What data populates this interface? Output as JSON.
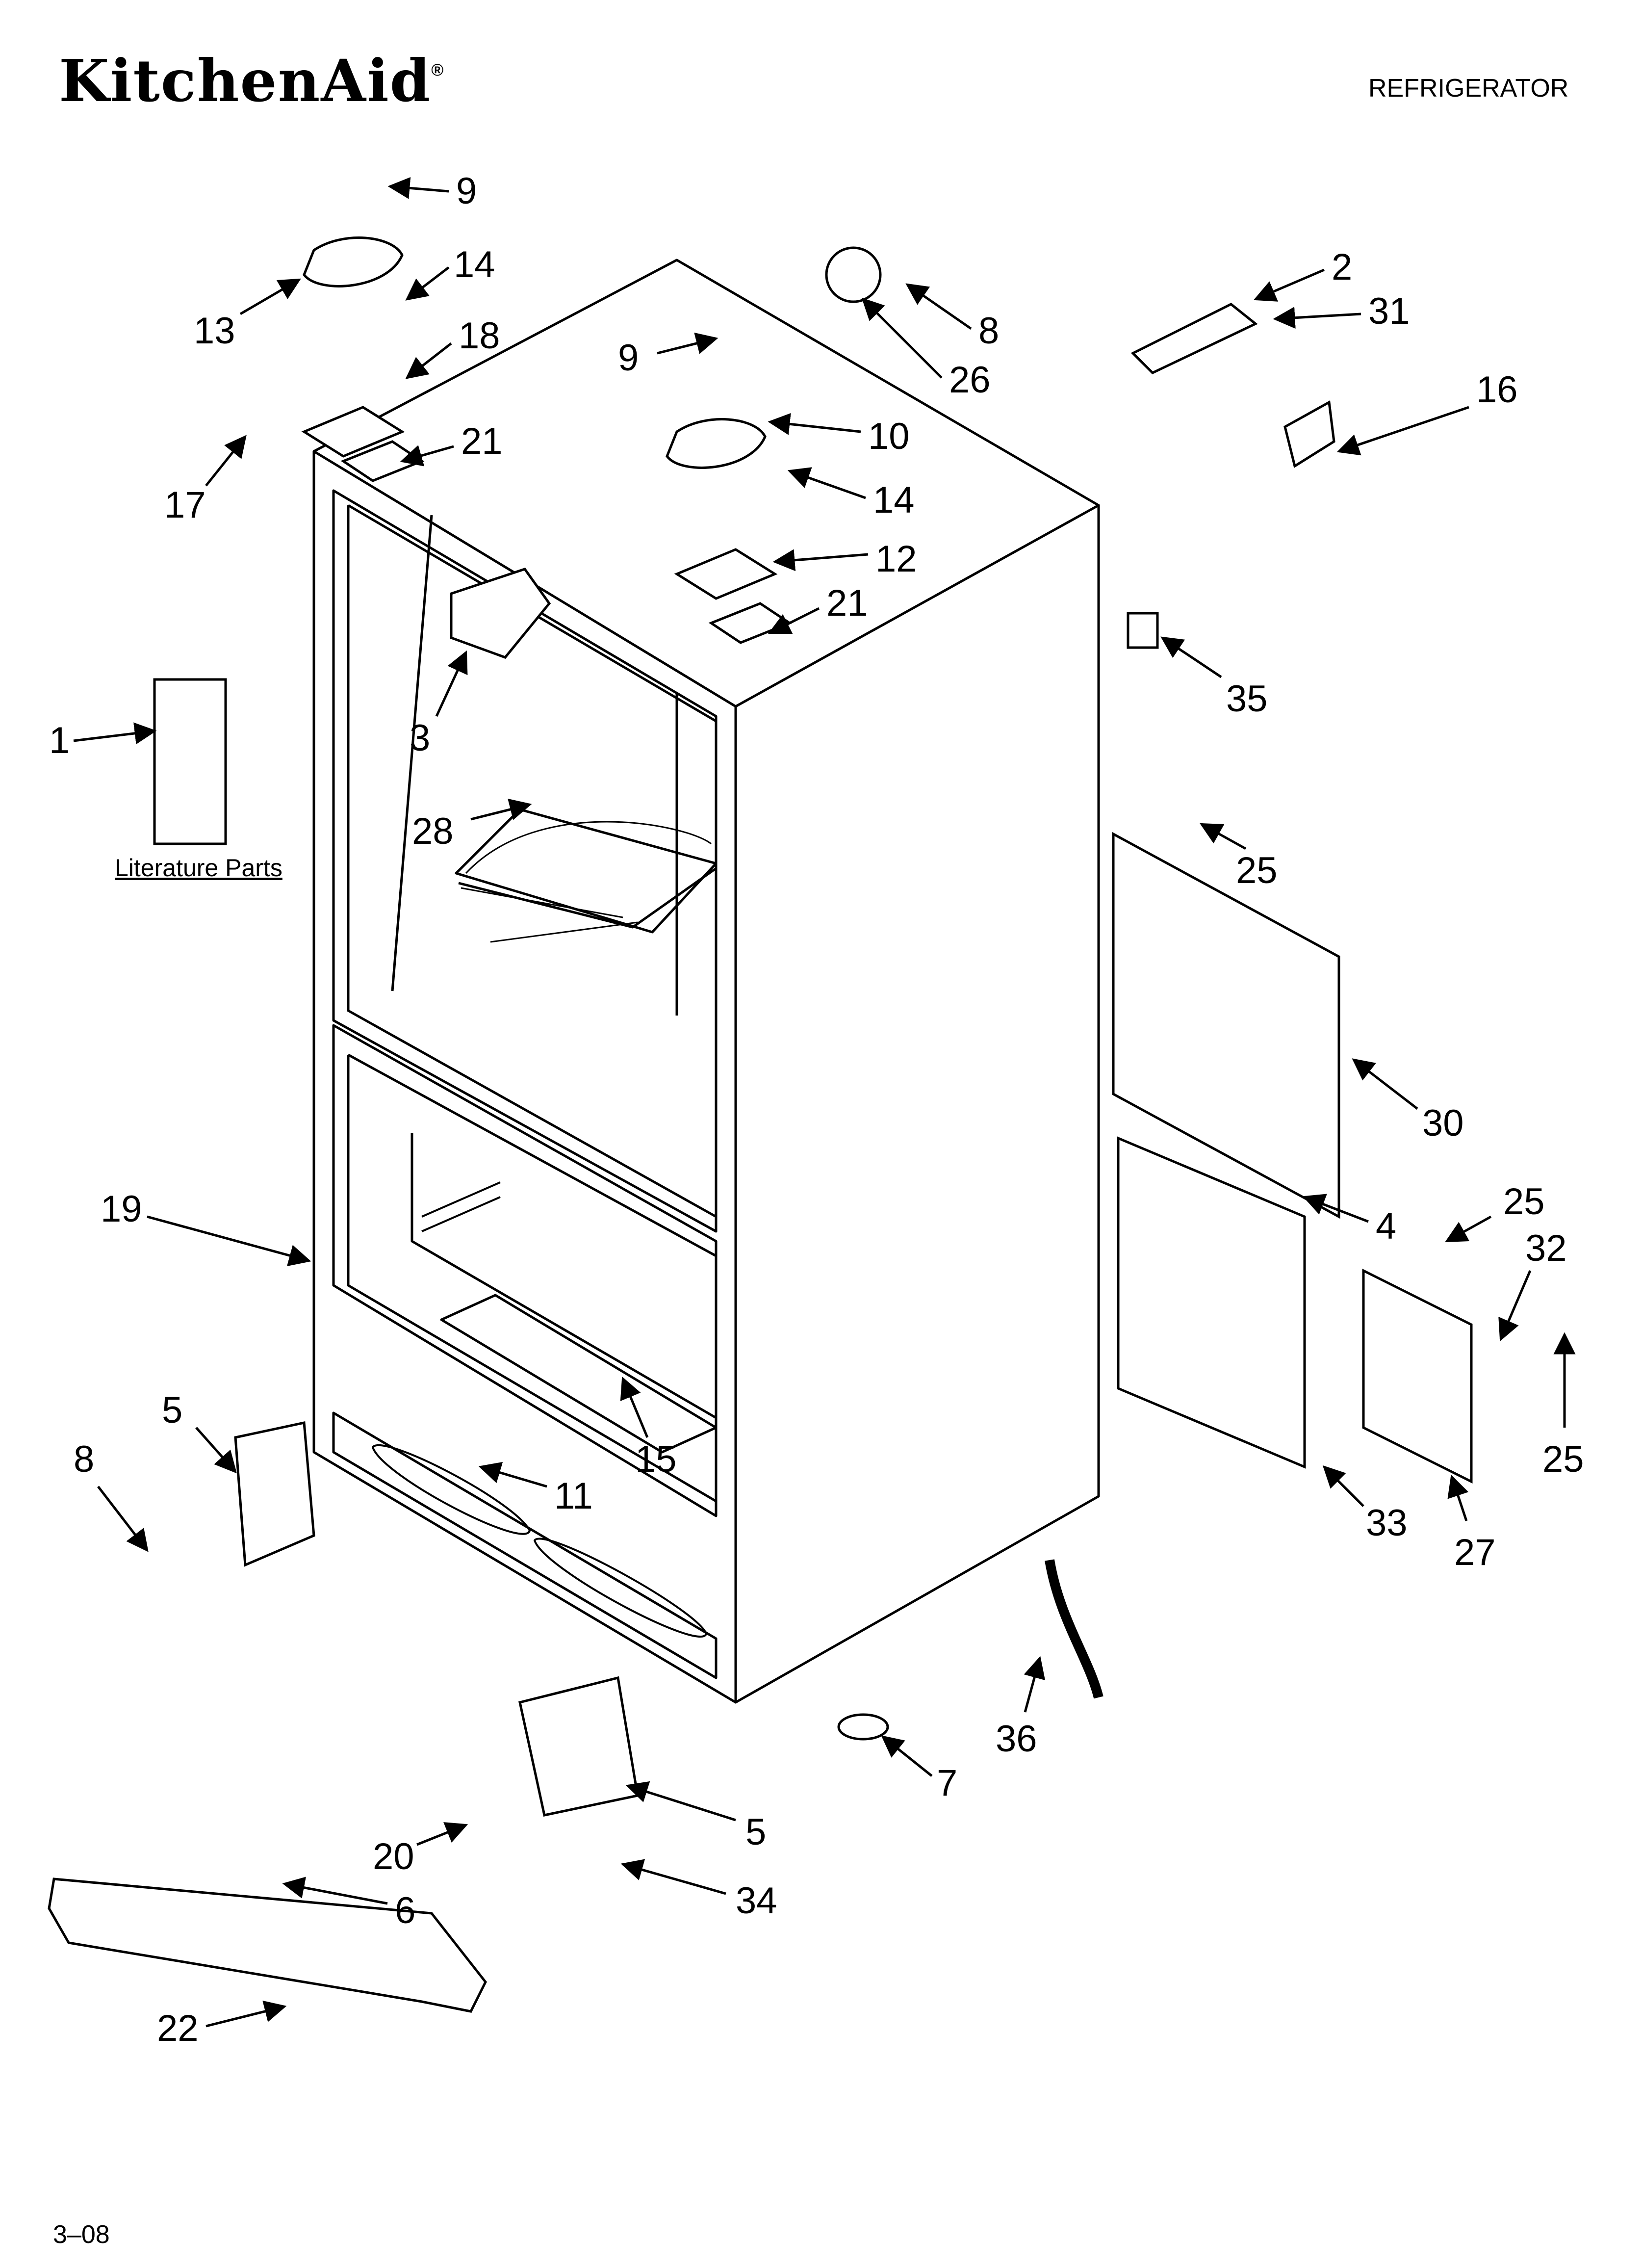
{
  "header": {
    "brand": "KitchenAid",
    "brand_mark": "®",
    "category": "REFRIGERATOR"
  },
  "footer": {
    "date_code": "3–08"
  },
  "literature_label": "Literature Parts",
  "callouts": [
    "1",
    "2",
    "3",
    "4",
    "5",
    "5",
    "6",
    "7",
    "8",
    "8",
    "9",
    "9",
    "10",
    "11",
    "12",
    "13",
    "14",
    "14",
    "15",
    "16",
    "17",
    "18",
    "19",
    "20",
    "21",
    "21",
    "22",
    "25",
    "25",
    "25",
    "26",
    "27",
    "28",
    "30",
    "31",
    "32",
    "33",
    "34",
    "35",
    "36"
  ]
}
